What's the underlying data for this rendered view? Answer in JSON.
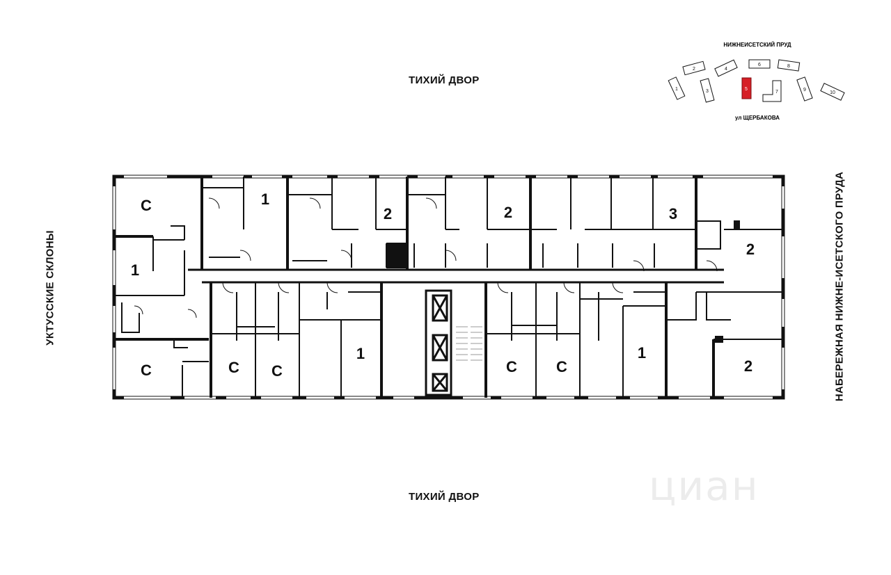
{
  "orientation": {
    "top": "ТИХИЙ ДВОР",
    "bottom": "ТИХИЙ ДВОР",
    "left": "УКТУССКИЕ СКЛОНЫ",
    "right": "НАБЕРЕЖНАЯ НИЖНЕ-ИСЕТСКОГО ПРУДА"
  },
  "site_plan": {
    "pond_label": "НИЖНЕИСЕТСКИЙ ПРУД",
    "street_label": "ул ЩЕРБАКОВА",
    "buildings": [
      "1",
      "2",
      "3",
      "4",
      "5",
      "6",
      "7",
      "8",
      "9",
      "10"
    ],
    "highlighted_building": "5",
    "highlight_color": "#d61f26"
  },
  "apartments": {
    "top": [
      "С",
      "1",
      "2",
      "2",
      "3",
      "2"
    ],
    "left": "1",
    "bottom": [
      "С",
      "С",
      "С",
      "1",
      "С",
      "С",
      "1",
      "2"
    ]
  },
  "watermark": "циан",
  "colors": {
    "wall": "#111111",
    "accent": "#d61f26"
  }
}
